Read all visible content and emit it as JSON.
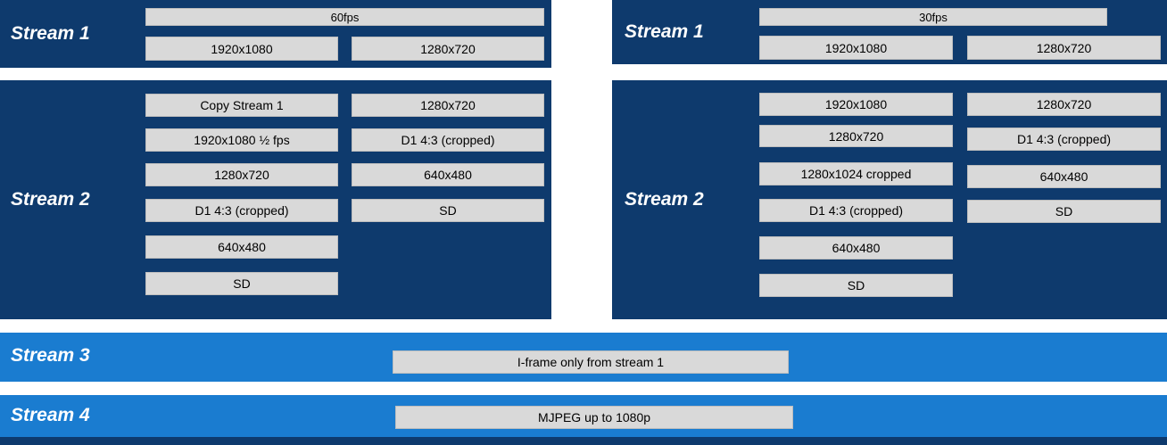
{
  "colors": {
    "panel_navy": "#0e3a6d",
    "bar_blue": "#1a7cd0",
    "box_gray": "#d9d9d9",
    "box_text": "#000000",
    "label_text": "#ffffff"
  },
  "left": {
    "stream1": {
      "label": "Stream 1",
      "fps": "60fps",
      "res": [
        "1920x1080",
        "1280x720"
      ]
    },
    "stream2": {
      "label": "Stream 2",
      "col1": [
        "Copy Stream 1",
        "1920x1080 ½ fps",
        "1280x720",
        "D1 4:3 (cropped)",
        "640x480",
        "SD"
      ],
      "col2": [
        "1280x720",
        "D1 4:3 (cropped)",
        "640x480",
        "SD"
      ]
    }
  },
  "right": {
    "stream1": {
      "label": "Stream 1",
      "fps": "30fps",
      "res": [
        "1920x1080",
        "1280x720"
      ]
    },
    "stream2": {
      "label": "Stream 2",
      "col1": [
        "1920x1080",
        "1280x720",
        "1280x1024 cropped",
        "D1 4:3 (cropped)",
        "640x480",
        "SD"
      ],
      "col2": [
        "1280x720",
        "D1 4:3 (cropped)",
        "640x480",
        "SD"
      ]
    }
  },
  "stream3": {
    "label": "Stream 3",
    "box": "I-frame only from stream 1"
  },
  "stream4": {
    "label": "Stream 4",
    "box": "MJPEG up to 1080p"
  }
}
